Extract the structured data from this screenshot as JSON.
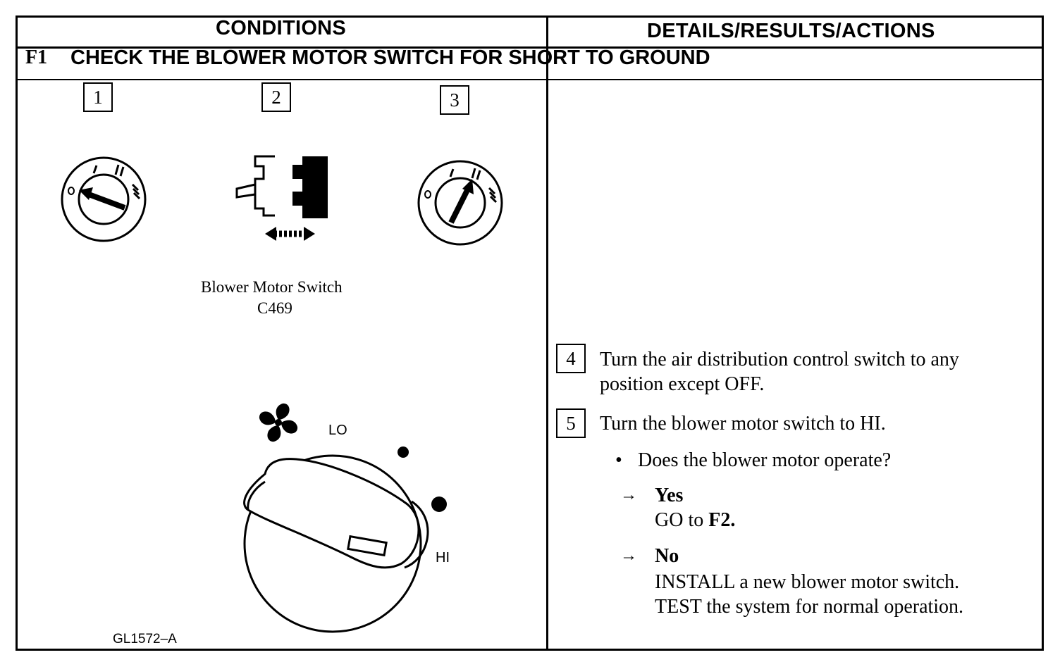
{
  "headers": {
    "conditions": "CONDITIONS",
    "details": "DETAILS/RESULTS/ACTIONS"
  },
  "test": {
    "id": "F1",
    "title": "CHECK THE BLOWER MOTOR SWITCH FOR SHORT TO GROUND"
  },
  "illustration": {
    "step_labels": [
      "1",
      "2",
      "3"
    ],
    "connector_caption": "Blower Motor Switch",
    "connector_id": "C469",
    "dial_low_label": "LO",
    "dial_high_label": "HI",
    "figure_id": "GL1572–A"
  },
  "steps": [
    {
      "number": "4",
      "lines": [
        "Turn the air distribution control switch to any",
        "position except OFF."
      ]
    },
    {
      "number": "5",
      "lines": [
        "Turn the blower motor switch to HI."
      ]
    }
  ],
  "question": "Does the blower motor operate?",
  "answers": {
    "yes": {
      "label": "Yes",
      "action_prefix": "GO to ",
      "action_target": "F2."
    },
    "no": {
      "label": "No",
      "lines": [
        "INSTALL a new blower motor switch.",
        "TEST the system for normal operation."
      ]
    }
  }
}
